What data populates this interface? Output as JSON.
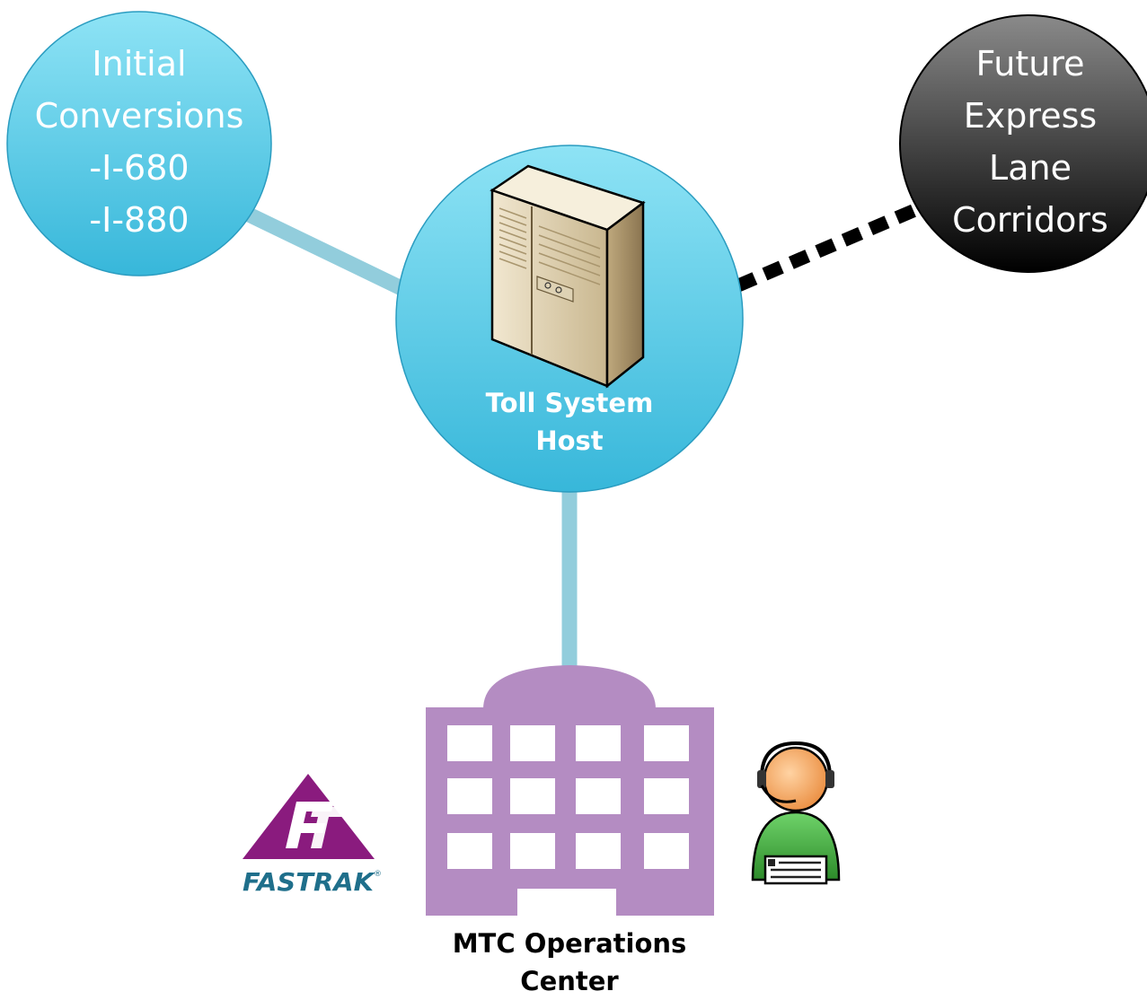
{
  "nodes": {
    "initial": {
      "lines": [
        "Initial",
        "Conversions",
        "-I-680",
        "-I-880"
      ]
    },
    "future": {
      "lines": [
        "Future",
        "Express",
        "Lane",
        "Corridors"
      ]
    },
    "host": {
      "lines": [
        "Toll System",
        "Host"
      ]
    },
    "ops": {
      "lines": [
        "MTC Operations",
        "Center"
      ]
    }
  },
  "logo": {
    "text": "FASTRAK",
    "mark": "FT",
    "registered": "®"
  },
  "icons": {
    "server": "server-icon",
    "building": "building-icon",
    "operator": "operator-headset-icon",
    "logo": "fastrak-logo"
  },
  "colors": {
    "cyan_top": "#8ee3f5",
    "cyan_bottom": "#37b7da",
    "connector": "#92cddc",
    "future_top": "#8a8a8a",
    "future_bottom": "#000000",
    "building": "#b48cc2",
    "logo": "#8a1b7e",
    "operator_body": "#3aa537",
    "operator_face": "#f4a55a"
  }
}
